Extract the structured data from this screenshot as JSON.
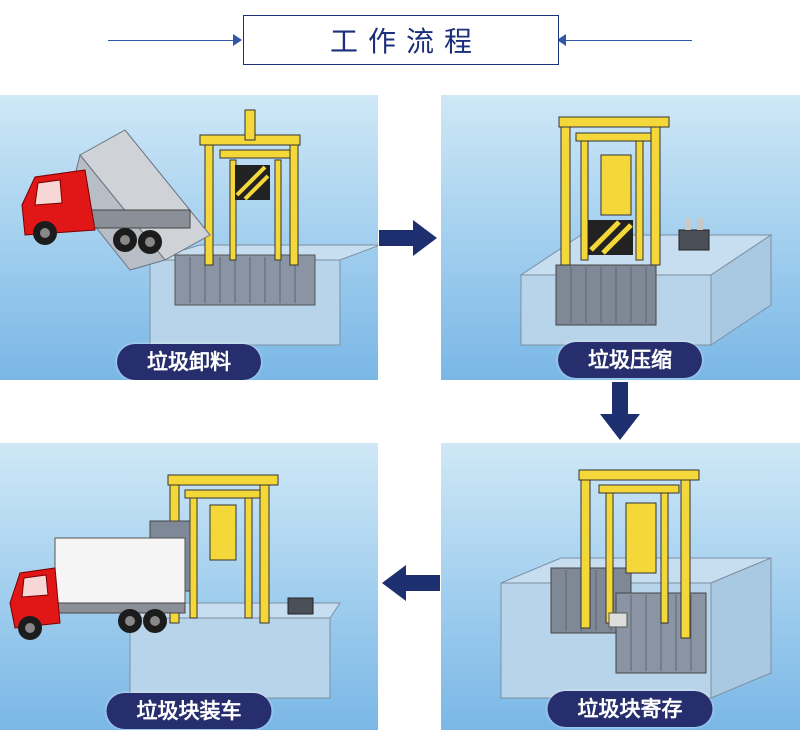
{
  "header": {
    "title": "工作流程"
  },
  "steps": [
    {
      "label": "垃圾卸料"
    },
    {
      "label": "垃圾压缩"
    },
    {
      "label": "垃圾块寄存"
    },
    {
      "label": "垃圾块装车"
    }
  ],
  "colors": {
    "navy": "#262e6e",
    "arrow": "#1d2f6e",
    "frame": "#f4d83a",
    "truck_red": "#e11616",
    "sky": "#9fcdee"
  },
  "icons": [
    "arrow-right-icon",
    "arrow-down-icon",
    "arrow-left-icon"
  ]
}
